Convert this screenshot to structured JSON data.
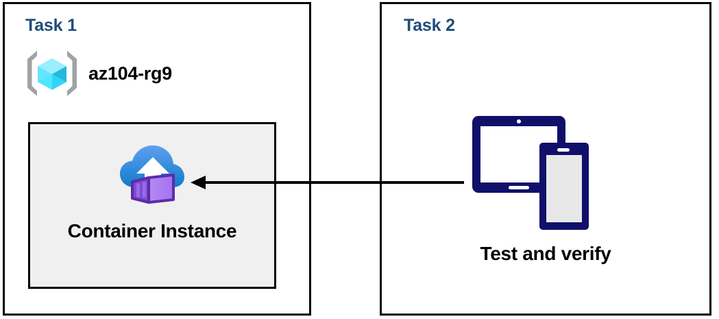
{
  "diagram": {
    "title": "Azure container instance task diagram",
    "background": "#ffffff",
    "panel_border_color": "#000000",
    "heading_color": "#1F4E79",
    "label_color": "#000000"
  },
  "panels": [
    {
      "id": "task1",
      "title": "Task 1",
      "resource_group": {
        "icon": "azure-resource-group-icon",
        "label": "az104-rg9",
        "icon_colors": {
          "bracket": "#a0a3a6",
          "cube_light": "#9BEDFF",
          "cube_mid": "#32D4F5",
          "cube_dark": "#198AB3"
        }
      },
      "inner_box": {
        "fill": "#f0f0f0",
        "border": "#000000",
        "icon": "container-instance-icon",
        "label": "Container Instance",
        "icon_colors": {
          "cloud_top": "#5EA0EF",
          "cloud_bottom": "#0078D4",
          "arrow": "#ffffff",
          "container_light": "#B796F9",
          "container_mid": "#A67AF4",
          "container_dark": "#5E2BA8"
        }
      }
    },
    {
      "id": "task2",
      "title": "Task 2",
      "device": {
        "icon": "tablet-and-phone-icon",
        "label": "Test and verify",
        "icon_colors": {
          "frame": "#10106B",
          "tablet_screen": "#ffffff",
          "phone_screen": "#e8e8e8"
        }
      }
    }
  ],
  "connector": {
    "name": "arrow-task2-to-task1",
    "direction": "right-to-left",
    "color": "#000000",
    "from": "tablet-and-phone-icon",
    "to": "container-instance-box"
  }
}
